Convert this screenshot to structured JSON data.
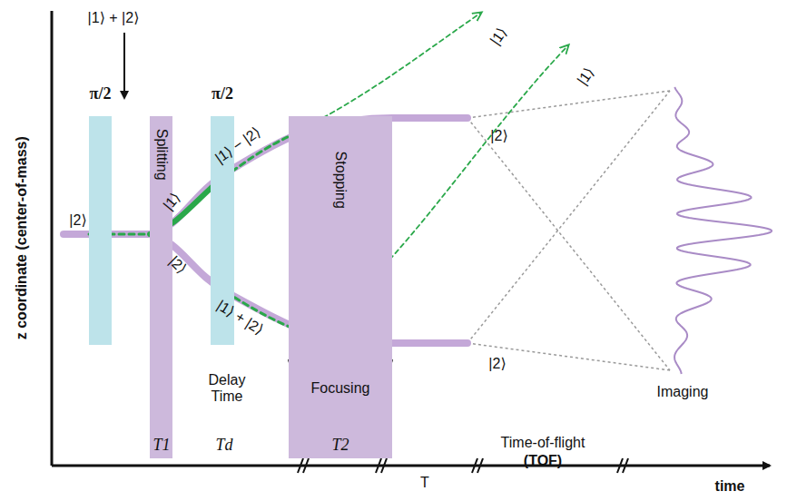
{
  "diagram": {
    "nodes": [
      {
        "text": [
          "π/2"
        ]
      },
      {
        "text": [
          "Splitting"
        ]
      },
      {
        "text": [
          "π/2"
        ]
      },
      {
        "text": [
          "Stopping"
        ]
      }
    ],
    "labels": [
      "|1⟩ + |2⟩",
      "|2⟩",
      "|1⟩",
      "|2⟩",
      "|1⟩ − |2⟩",
      "|1⟩ + |2⟩",
      "|1⟩",
      "|1⟩",
      "|2⟩",
      "|2⟩",
      "Focusing",
      "Delay Time",
      "T1",
      "Td",
      "T2",
      "T",
      "Time-of-flight",
      "(TOF)",
      "Imaging",
      "time",
      "z coordinate (center-of-mass)"
    ]
  }
}
